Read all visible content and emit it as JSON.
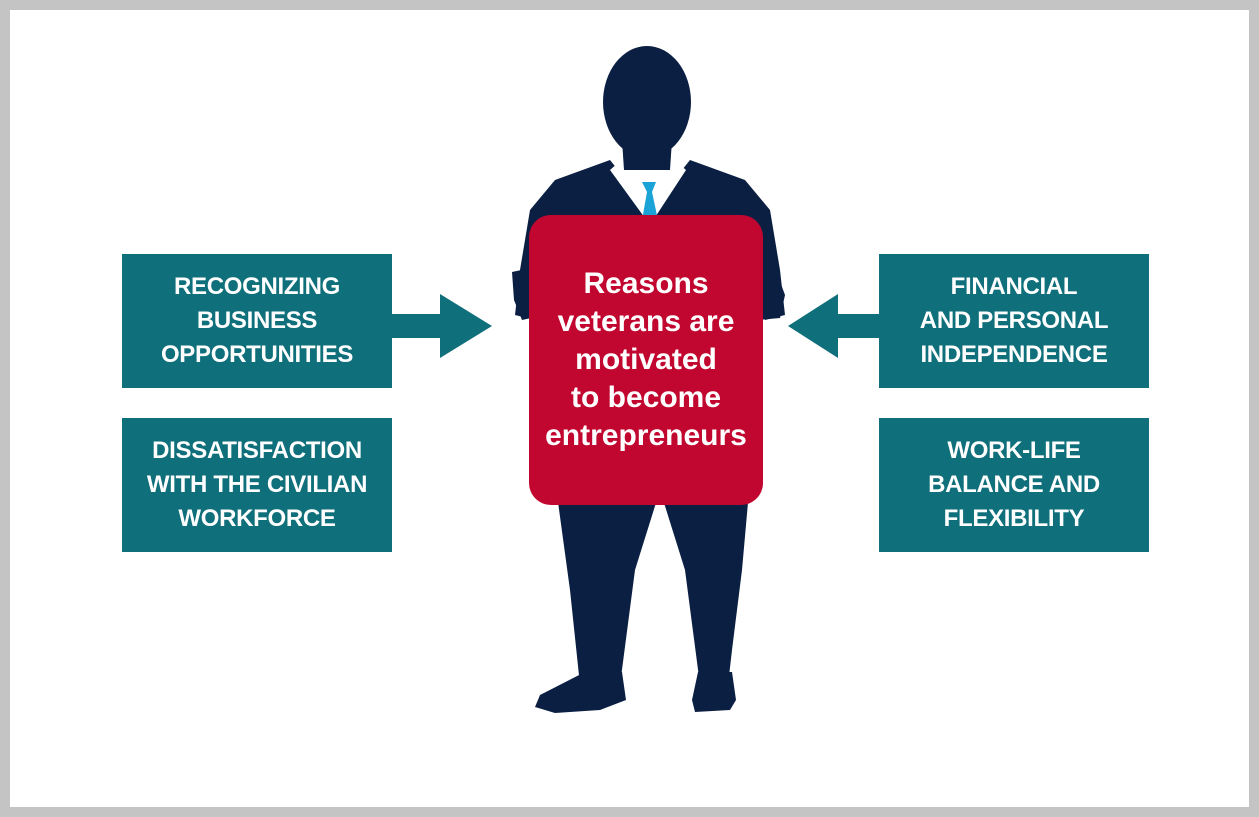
{
  "center_sign": {
    "text": "Reasons\nveterans are\nmotivated\nto become\nentrepreneurs"
  },
  "boxes": {
    "top_left": "RECOGNIZING\nBUSINESS\nOPPORTUNITIES",
    "bottom_left": "DISSATISFACTION\nWITH THE CIVILIAN\nWORKFORCE",
    "top_right": "FINANCIAL\nAND PERSONAL\nINDEPENDENCE",
    "bottom_right": "WORK-LIFE\nBALANCE AND\nFLEXIBILITY"
  },
  "colors": {
    "box": "#0f6f7a",
    "sign": "#c1072f",
    "silhouette": "#0b1f43",
    "tie": "#1aa3d6",
    "frame": "#c4c4c4"
  },
  "icons": [
    "businessman-silhouette-icon",
    "arrow-right-icon",
    "arrow-left-icon"
  ]
}
